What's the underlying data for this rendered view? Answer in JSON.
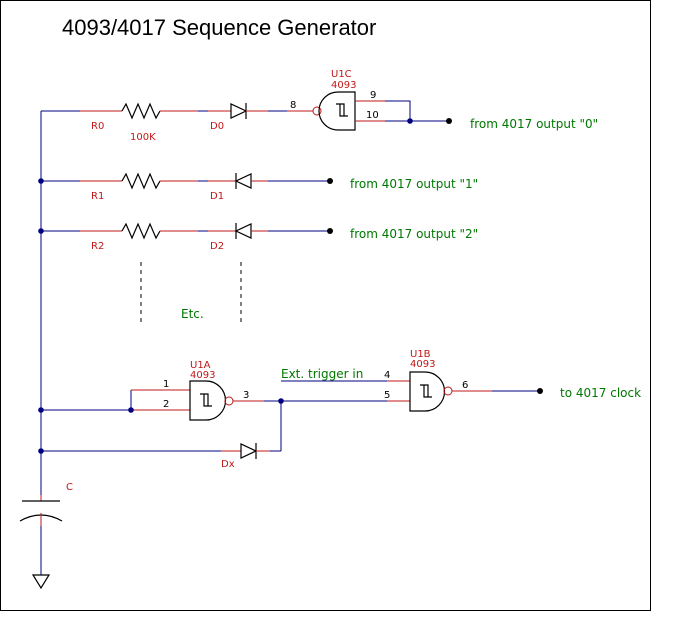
{
  "title": "4093/4017 Sequence Generator",
  "components": {
    "r0": {
      "ref": "R0",
      "value": "100K"
    },
    "r1": {
      "ref": "R1"
    },
    "r2": {
      "ref": "R2"
    },
    "d0": {
      "ref": "D0"
    },
    "d1": {
      "ref": "D1"
    },
    "d2": {
      "ref": "D2"
    },
    "dx": {
      "ref": "Dx"
    },
    "c": {
      "ref": "C"
    },
    "u1c": {
      "ref": "U1C",
      "part": "4093",
      "pins": [
        "8",
        "9",
        "10"
      ]
    },
    "u1a": {
      "ref": "U1A",
      "part": "4093",
      "pins": [
        "1",
        "2",
        "3"
      ]
    },
    "u1b": {
      "ref": "U1B",
      "part": "4093",
      "pins": [
        "4",
        "5",
        "6"
      ]
    }
  },
  "signals": {
    "out0": "from 4017 output \"0\"",
    "out1": "from 4017 output \"1\"",
    "out2": "from 4017 output \"2\"",
    "etc": "Etc.",
    "trigger": "Ext. trigger in",
    "clock": "to 4017 clock"
  },
  "colors": {
    "wire": "#000080",
    "reference": "#c01818",
    "signal_label": "#007800"
  }
}
